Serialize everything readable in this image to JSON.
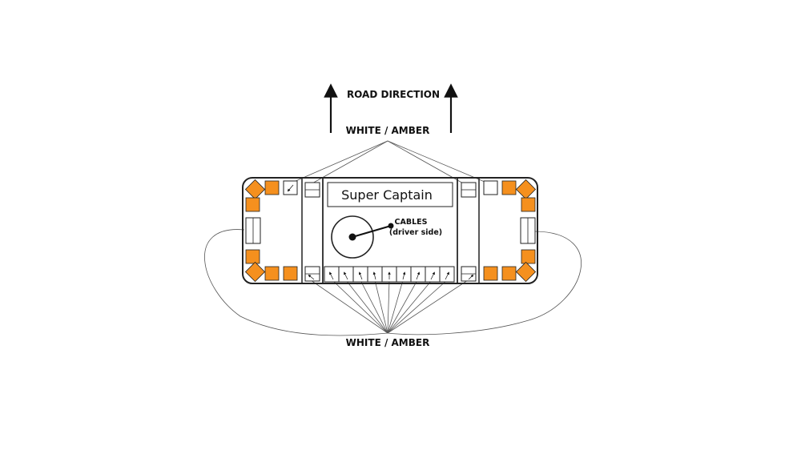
{
  "labels": {
    "road_direction": "ROAD DIRECTION",
    "top_group": "WHITE / AMBER",
    "bottom_group": "WHITE / AMBER",
    "model_name": "Super Captain",
    "cables_line1": "CABLES",
    "cables_line2": "(driver side)"
  },
  "colors": {
    "amber": "#f5901e",
    "outline": "#222222",
    "background": "#ffffff"
  }
}
